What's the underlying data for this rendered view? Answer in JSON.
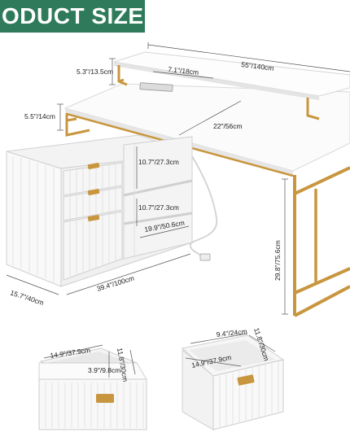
{
  "banner": {
    "title": "ODUCT SIZE"
  },
  "colors": {
    "banner": "#2f7a5b",
    "gold": "#c8963e",
    "white_panel": "#f7f7f7"
  },
  "dimensions": {
    "total_width": "55\"/140cm",
    "shelf_gap": "7.1\"/18cm",
    "riser_height": "5.3\"/13.5cm",
    "cabinet_gap": "5.5\"/14cm",
    "desk_depth": "22\"/56cm",
    "shelf_h1": "10.7\"/27.3cm",
    "shelf_h2": "10.7\"/27.3cm",
    "shelf_w": "19.9\"/50.6cm",
    "desk_height": "29.8\"/75.6cm",
    "cabinet_depth": "15.7\"/40cm",
    "cabinet_width": "39.4\"/100cm"
  },
  "drawer_left": {
    "width": "14.9\"/37.9cm",
    "height": "3.9\"/9.8cm",
    "depth": "11.8\"/30cm"
  },
  "drawer_right": {
    "inner_width": "9.4\"/24cm",
    "width": "14.9\"/37.9cm",
    "depth": "11.8\"/30cm"
  }
}
